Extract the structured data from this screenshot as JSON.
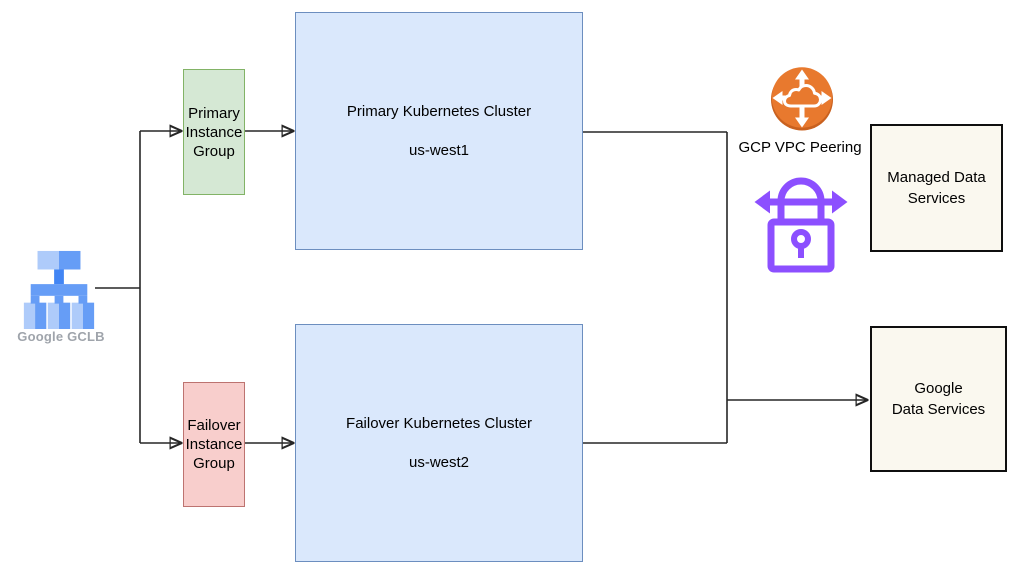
{
  "diagram": {
    "type": "architecture-diagram",
    "nodes": {
      "gclb": {
        "label": "Google GCLB"
      },
      "primary_instance_group": {
        "label": "Primary\nInstance\nGroup"
      },
      "failover_instance_group": {
        "label": "Failover\nInstance\nGroup"
      },
      "primary_cluster": {
        "name": "Primary Kubernetes Cluster",
        "region": "us-west1"
      },
      "failover_cluster": {
        "name": "Failover Kubernetes Cluster",
        "region": "us-west2"
      },
      "vpc_peering": {
        "label": "GCP VPC Peering"
      },
      "managed_data_services": {
        "label": "Managed Data\nServices"
      },
      "google_data_services": {
        "label": "Google\nData Services"
      }
    },
    "icons": {
      "gclb": "google-cloud-load-balancer-icon",
      "vpc_peering": "cloud-router-icon",
      "vpn_lock": "secure-vpn-lock-icon"
    },
    "edges": [
      {
        "from": "gclb",
        "to": "primary_instance_group",
        "arrow": true
      },
      {
        "from": "gclb",
        "to": "failover_instance_group",
        "arrow": true
      },
      {
        "from": "primary_instance_group",
        "to": "primary_cluster",
        "arrow": true
      },
      {
        "from": "failover_instance_group",
        "to": "failover_cluster",
        "arrow": true
      },
      {
        "from": "primary_cluster",
        "to": "google_data_services",
        "arrow": true
      },
      {
        "from": "failover_cluster",
        "to": "google_data_services",
        "arrow": true
      }
    ]
  },
  "colors": {
    "cluster_fill": "#dae8fc",
    "cluster_border": "#6c8ebf",
    "primary_ig_fill": "#d5e8d4",
    "primary_ig_border": "#82b366",
    "failover_ig_fill": "#f8cecc",
    "failover_ig_border": "#bd7370",
    "data_services_fill": "#faf8ef",
    "data_services_border": "#0f0f0f",
    "peering_orange": "#e8792e",
    "peering_orange_dark": "#c9611f",
    "vpn_purple": "#8c4fff",
    "gclb_blue_light": "#aecbfa",
    "gclb_blue": "#669df6",
    "gclb_blue_dark": "#4285f4",
    "connector": "#262626",
    "gclb_label_gray": "#9fa4ab",
    "text": "#000000"
  }
}
